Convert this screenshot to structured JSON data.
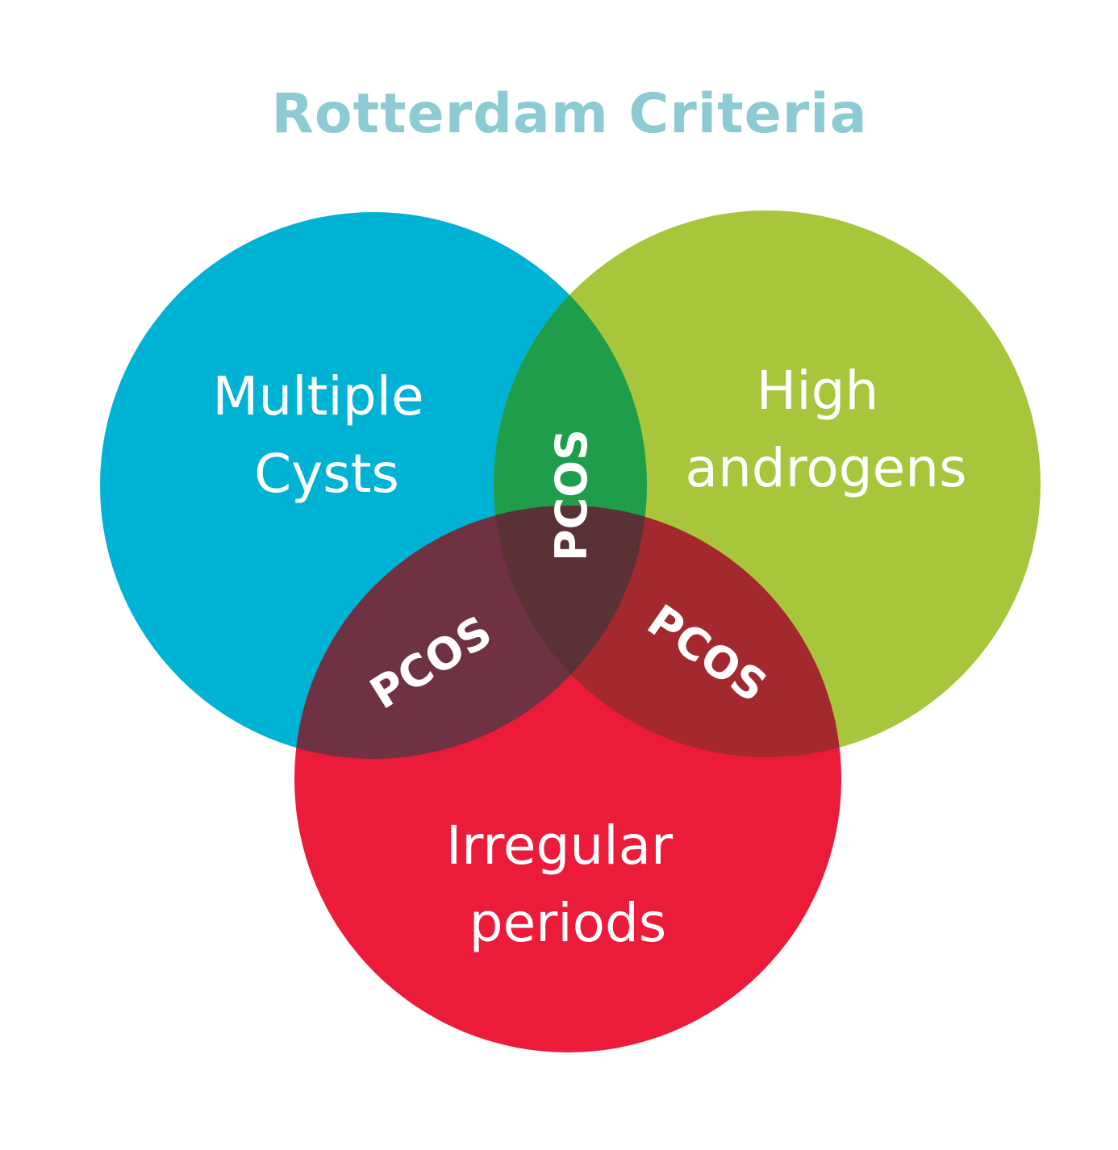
{
  "title": "Rotterdam Criteria",
  "circles": [
    {
      "id": "cysts",
      "line1": "Multiple",
      "line2": "Cysts",
      "color": "#00B2D3"
    },
    {
      "id": "androgens",
      "line1": "High",
      "line2": "androgens",
      "color": "#A7C63B"
    },
    {
      "id": "periods",
      "line1": "Irregular",
      "line2": "periods",
      "color": "#EB1B39"
    }
  ],
  "overlaps": {
    "cysts_androgens": {
      "label": "PCOS",
      "color": "#1E9E4B"
    },
    "cysts_periods": {
      "label": "PCOS",
      "color": "#6E3243"
    },
    "androgens_periods": {
      "label": "PCOS",
      "color": "#A4292F"
    },
    "all_three": {
      "color": "#5A3236"
    }
  },
  "colors": {
    "title": "#8CCBD3",
    "label_text": "#FFFFFF",
    "background": "#FFFFFF"
  }
}
